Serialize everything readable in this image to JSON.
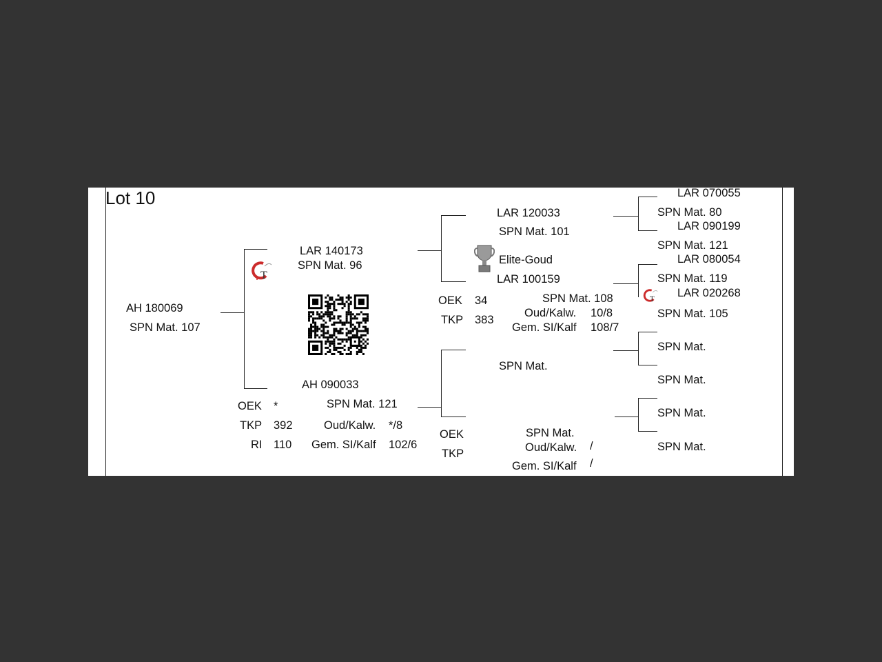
{
  "lot": {
    "title": "Lot 10"
  },
  "animal": {
    "id": "AH  180069",
    "spn": "SPN Mat. 107"
  },
  "sire": {
    "id": "LAR 140173",
    "spn": "SPN Mat. 96",
    "logo": "gt-logo"
  },
  "dam": {
    "id": "AH  090033",
    "spn": "SPN Mat. 121",
    "oek_label": "OEK",
    "oek": "*",
    "tkp_label": "TKP",
    "tkp": "392",
    "ri_label": "RI",
    "ri": "110",
    "oud_label": "Oud/Kalw.",
    "oud": "*/8",
    "gem_label": "Gem. SI/Kalf",
    "gem": "102/6"
  },
  "sire_sire": {
    "id": "LAR 120033",
    "spn": "SPN Mat. 101",
    "award": "Elite-Goud",
    "icon": "trophy-icon"
  },
  "sire_dam": {
    "id": "LAR 100159",
    "spn": "SPN Mat. 108",
    "oek_label": "OEK",
    "oek": "34",
    "tkp_label": "TKP",
    "tkp": "383",
    "oud_label": "Oud/Kalw.",
    "oud": "10/8",
    "gem_label": "Gem. SI/Kalf",
    "gem": "108/7"
  },
  "dam_sire": {
    "spn": "SPN Mat."
  },
  "dam_dam": {
    "spn": "SPN Mat.",
    "oek_label": "OEK",
    "tkp_label": "TKP",
    "oud_label": "Oud/Kalw.",
    "oud": "/",
    "gem_label": "Gem. SI/Kalf",
    "gem": "/"
  },
  "gen3": {
    "sss": {
      "id": "LAR 070055",
      "spn": "SPN Mat. 80"
    },
    "ssd": {
      "id": "LAR 090199",
      "spn": "SPN Mat. 121"
    },
    "sds": {
      "id": "LAR 080054",
      "spn": "SPN Mat. 119"
    },
    "sdd": {
      "id": "LAR 020268",
      "spn": "SPN Mat. 105",
      "logo": "gt-logo"
    },
    "dss": {
      "spn": "SPN Mat."
    },
    "dsd": {
      "spn": "SPN Mat."
    },
    "dds": {
      "spn": "SPN Mat."
    },
    "ddd": {
      "spn": "SPN Mat."
    }
  },
  "qr": {
    "icon": "qr-code"
  }
}
